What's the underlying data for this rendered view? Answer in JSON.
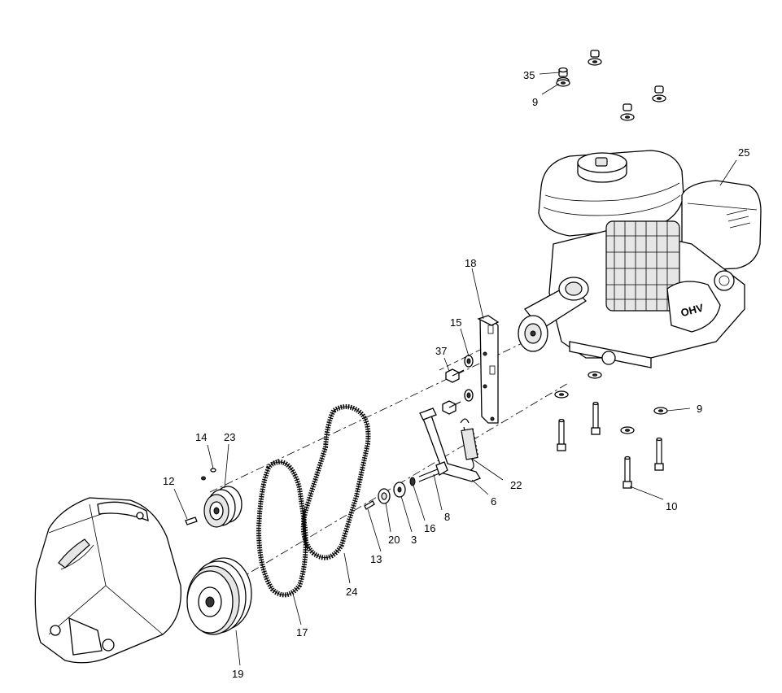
{
  "labels": {
    "l35": "35",
    "l9a": "9",
    "l25": "25",
    "l18": "18",
    "l15": "15",
    "l37": "37",
    "l14": "14",
    "l23": "23",
    "l12": "12",
    "l9b": "9",
    "l22": "22",
    "l6": "6",
    "l8": "8",
    "l16": "16",
    "l3": "3",
    "l20": "20",
    "l13": "13",
    "l10": "10",
    "l24": "24",
    "l17": "17",
    "l19": "19"
  },
  "engine_badge": "OHV"
}
